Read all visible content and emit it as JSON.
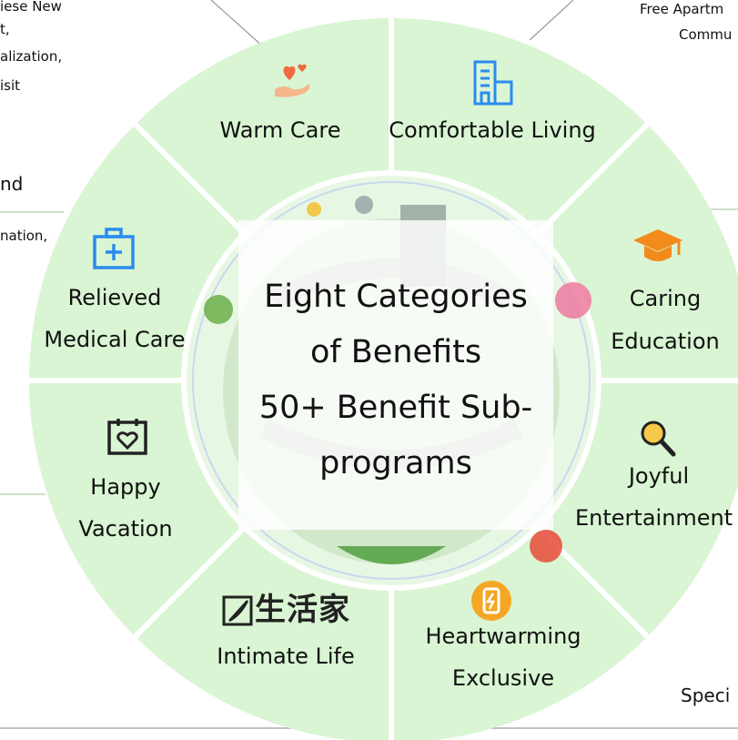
{
  "center": {
    "lines": [
      "Eight Categories",
      "of Benefits",
      "50+ Benefit Sub-",
      "programs"
    ]
  },
  "segments": {
    "warm_care": "Warm Care",
    "comfortable_living": "Comfortable Living",
    "relieved_medical_1": "Relieved",
    "relieved_medical_2": "Medical Care",
    "caring_education_1": "Caring",
    "caring_education_2": "Education",
    "happy_vacation_1": "Happy",
    "happy_vacation_2": "Vacation",
    "joyful_1": "Joyful",
    "joyful_2": "Entertainment",
    "intimate_life": "Intimate Life",
    "intimate_logo": "生活家",
    "heartwarming_1": "Heartwarming",
    "heartwarming_2": "Exclusive"
  },
  "side_text": {
    "top_left_1": "iese New",
    "top_left_2": "t,",
    "top_left_3": "alization,",
    "top_left_4": "isit",
    "mid_left_1": "nd",
    "mid_left_2": "nation,",
    "top_right_1": "Free Apartm",
    "top_right_2": "Commu",
    "bottom_right": "Speci"
  },
  "colors": {
    "segment_fill": "#d9f5d3",
    "segment_border": "#ffffff",
    "icon_blue": "#2a8cf0",
    "icon_orange": "#f28a1c",
    "icon_dark": "#222222"
  }
}
